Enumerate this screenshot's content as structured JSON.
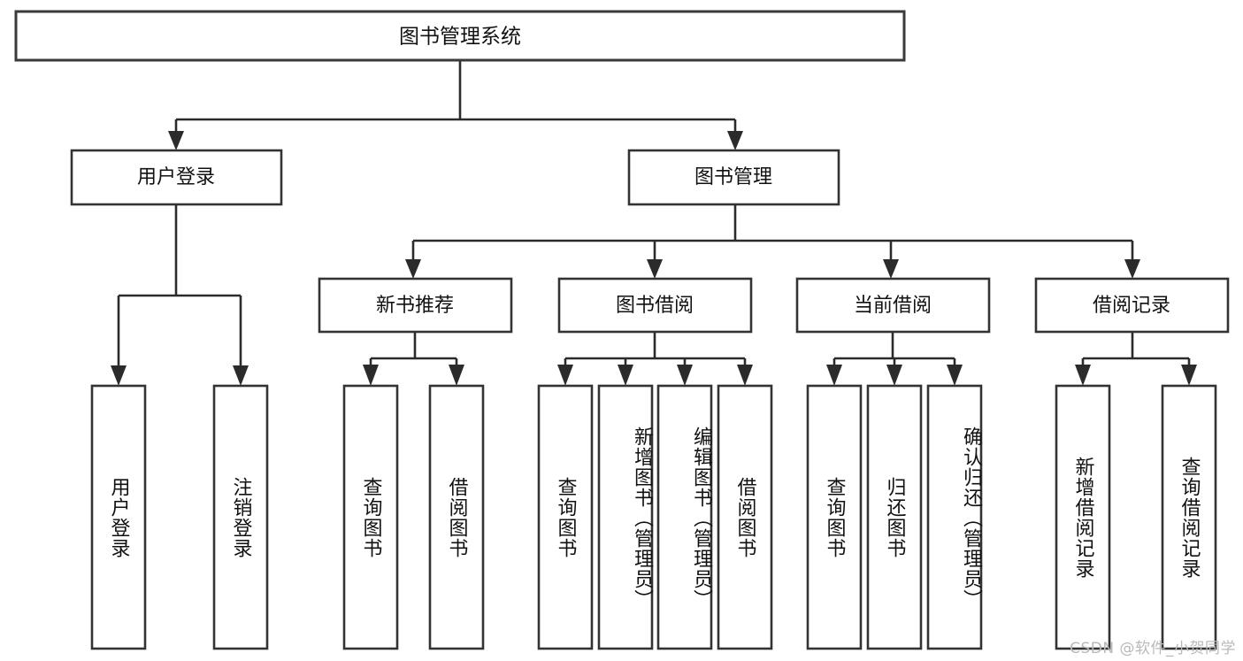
{
  "diagram": {
    "title": "图书管理系统",
    "type": "tree-hierarchy-chart",
    "watermark": "CSDN @软件_小贺同学",
    "colors": {
      "box_stroke": "#333333",
      "connector": "#2b2b2b",
      "background": "#ffffff",
      "text": "#111111",
      "watermark": "#b9b9b9"
    },
    "root": {
      "id": "root",
      "label": "图书管理系统"
    },
    "level2": [
      {
        "id": "user-login",
        "label": "用户登录"
      },
      {
        "id": "book-manage",
        "label": "图书管理"
      }
    ],
    "level3": [
      {
        "id": "new-book-recommend",
        "label": "新书推荐",
        "parent": "book-manage"
      },
      {
        "id": "book-borrow",
        "label": "图书借阅",
        "parent": "book-manage"
      },
      {
        "id": "current-borrow",
        "label": "当前借阅",
        "parent": "book-manage"
      },
      {
        "id": "borrow-record",
        "label": "借阅记录",
        "parent": "book-manage"
      }
    ],
    "leaves": [
      {
        "id": "leaf-user-login",
        "label": "用户登录",
        "parent": "user-login"
      },
      {
        "id": "leaf-user-logout",
        "label": "注销登录",
        "parent": "user-login"
      },
      {
        "id": "leaf-query-book-1",
        "label": "查询图书",
        "parent": "new-book-recommend"
      },
      {
        "id": "leaf-borrow-book-1",
        "label": "借阅图书",
        "parent": "new-book-recommend"
      },
      {
        "id": "leaf-query-book-2",
        "label": "查询图书",
        "parent": "book-borrow"
      },
      {
        "id": "leaf-add-book",
        "label": "新增图书（管理员）",
        "parent": "book-borrow"
      },
      {
        "id": "leaf-edit-book",
        "label": "编辑图书（管理员）",
        "parent": "book-borrow"
      },
      {
        "id": "leaf-borrow-book-2",
        "label": "借阅图书",
        "parent": "book-borrow"
      },
      {
        "id": "leaf-query-book-3",
        "label": "查询图书",
        "parent": "current-borrow"
      },
      {
        "id": "leaf-return-book",
        "label": "归还图书",
        "parent": "current-borrow"
      },
      {
        "id": "leaf-confirm-return",
        "label": "确认归还（管理员）",
        "parent": "current-borrow"
      },
      {
        "id": "leaf-add-record",
        "label": "新增借阅记录",
        "parent": "borrow-record"
      },
      {
        "id": "leaf-query-record",
        "label": "查询借阅记录",
        "parent": "borrow-record"
      }
    ]
  }
}
